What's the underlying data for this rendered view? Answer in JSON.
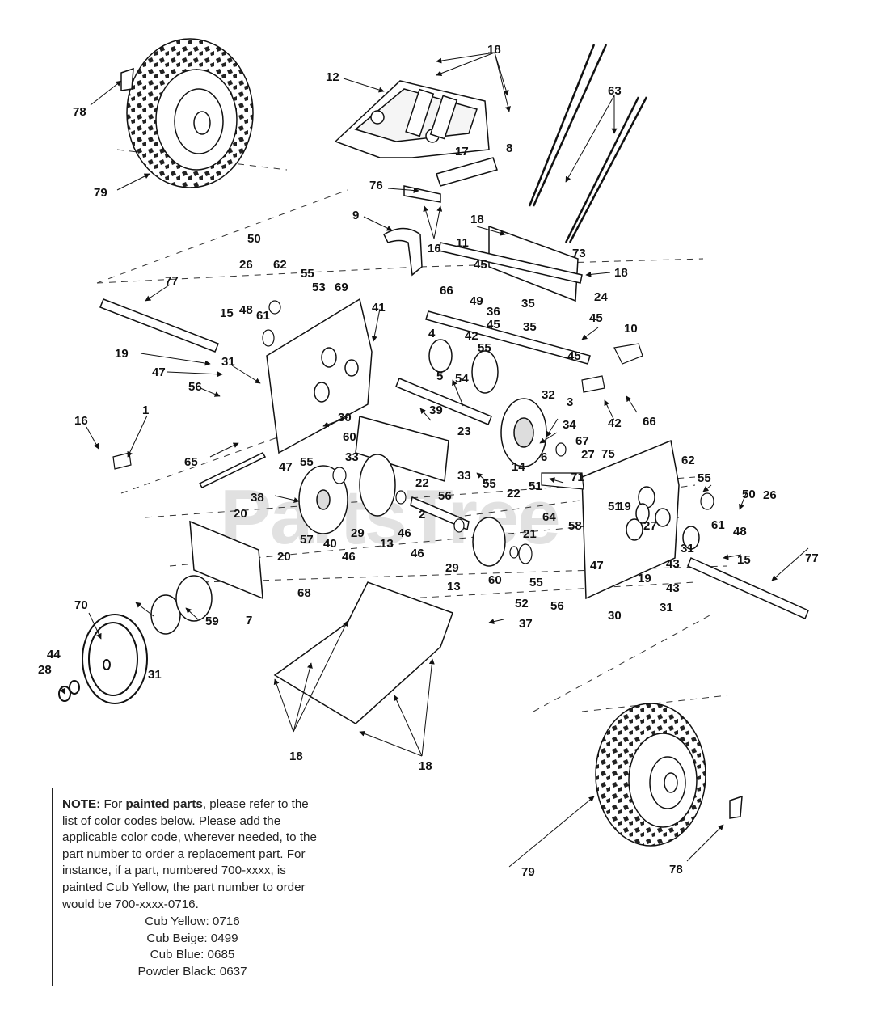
{
  "diagram": {
    "watermark": "PartsTree",
    "callouts": {
      "c18a": "18",
      "c12": "12",
      "c63": "63",
      "c78a": "78",
      "c79a": "79",
      "c17": "17",
      "c8": "8",
      "c76": "76",
      "c9": "9",
      "c16a": "16",
      "c18b": "18",
      "c73": "73",
      "c18c": "18",
      "c50a": "50",
      "c26a": "26",
      "c62a": "62",
      "c55a": "55",
      "c53": "53",
      "c69": "69",
      "c77a": "77",
      "c11": "11",
      "c45a": "45",
      "c24": "24",
      "c66a": "66",
      "c49": "49",
      "c36": "36",
      "c35a": "35",
      "c15a": "15",
      "c48a": "48",
      "c61a": "61",
      "c41": "41",
      "c45b": "45",
      "c35b": "35",
      "c45c": "45",
      "c10": "10",
      "c4": "4",
      "c42a": "42",
      "c45d": "45",
      "c19a": "19",
      "c31a": "31",
      "c47a": "47",
      "c55b": "55",
      "c5": "5",
      "c54": "54",
      "c32": "32",
      "c3": "3",
      "c42b": "42",
      "c56a": "56",
      "c39": "39",
      "c23": "23",
      "c66b": "66",
      "c1": "1",
      "c16b": "16",
      "c30a": "30",
      "c34": "34",
      "c67": "67",
      "c60a": "60",
      "c75": "75",
      "c27a": "27",
      "c6": "6",
      "c62b": "62",
      "c33a": "33",
      "c47b": "47",
      "c55c": "55",
      "c14": "14",
      "c55d": "55",
      "c65": "65",
      "c33b": "33",
      "c55e": "55",
      "c51a": "51",
      "c71": "71",
      "c22a": "22",
      "c56b": "56",
      "c50b": "50",
      "c26b": "26",
      "c38": "38",
      "c22b": "22",
      "c51b": "51",
      "c19b": "19",
      "c20a": "20",
      "c2": "2",
      "c64": "64",
      "c58": "58",
      "c27b": "27",
      "c61b": "61",
      "c48b": "48",
      "c57": "57",
      "c40": "40",
      "c29a": "29",
      "c13a": "13",
      "c46a": "46",
      "c21": "21",
      "c15b": "15",
      "c20b": "20",
      "c46b": "46",
      "c46c": "46",
      "c29b": "29",
      "c31b": "31",
      "c77b": "77",
      "c43a": "43",
      "c60b": "60",
      "c55f": "55",
      "c47c": "47",
      "c19c": "19",
      "c68": "68",
      "c7": "7",
      "c13b": "13",
      "c56c": "56",
      "c43b": "43",
      "c59": "59",
      "c30b": "30",
      "c31c": "31",
      "c70": "70",
      "c52": "52",
      "c37": "37",
      "c44": "44",
      "c28": "28",
      "c31d": "31",
      "c18d": "18",
      "c18e": "18",
      "c79b": "79",
      "c78b": "78"
    }
  },
  "note": {
    "lead_bold": "NOTE:",
    "text1": " For ",
    "bold2": "painted parts",
    "text2": ", please refer to the list of color codes below. Please add the applicable color code, wherever needed, to the part number to order a replacement part. For instance, if a part, numbered 700-xxxx, is painted Cub Yellow, the part number to order would be 700-xxxx-0716.",
    "codes": [
      "Cub Yellow: 0716",
      "Cub Beige: 0499",
      "Cub Blue: 0685",
      "Powder Black: 0637"
    ]
  }
}
